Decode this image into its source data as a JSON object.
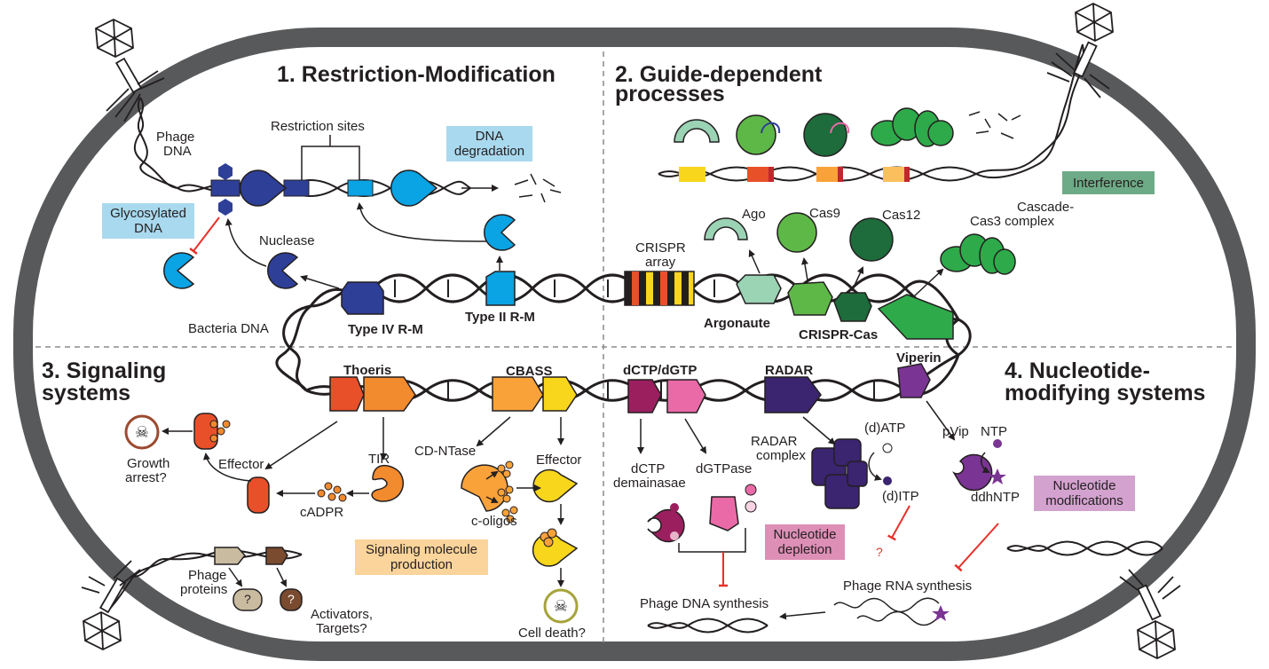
{
  "sections": {
    "rm": {
      "title": "1. Restriction-Modification"
    },
    "guide": {
      "title_line1": "2. Guide-dependent",
      "title_line2": "processes"
    },
    "signaling": {
      "title_line1": "3. Signaling",
      "title_line2": "systems"
    },
    "nucleotide": {
      "title_line1": "4. Nucleotide-",
      "title_line2": "modifying systems"
    }
  },
  "labels": {
    "phage_dna_1": "Phage",
    "phage_dna_2": "DNA",
    "restriction_sites": "Restriction sites",
    "glycosylated_dna_1": "Glycosylated",
    "glycosylated_dna_2": "DNA",
    "dna_degradation_1": "DNA",
    "dna_degradation_2": "degradation",
    "nuclease": "Nuclease",
    "bacteria_dna": "Bacteria DNA",
    "type_iv_rm": "Type IV R-M",
    "type_ii_rm": "Type II R-M",
    "crispr_array_1": "CRISPR",
    "crispr_array_2": "array",
    "argonaute": "Argonaute",
    "crispr_cas": "CRISPR-Cas",
    "ago": "Ago",
    "cas9": "Cas9",
    "cas12": "Cas12",
    "cascade_1": "Cascade-",
    "cascade_2": "Cas3 complex",
    "interference": "Interference",
    "thoeris": "Thoeris",
    "cbass": "CBASS",
    "effector_1": "Effector",
    "tir": "TIR",
    "cadpr": "cADPR",
    "growth_arrest_1": "Growth",
    "growth_arrest_2": "arrest?",
    "cd_ntase": "CD-NTase",
    "effector_2": "Effector",
    "c_oligos": "c-oligos",
    "signaling_molecule_1": "Signaling molecule",
    "signaling_molecule_2": "production",
    "phage_proteins_1": "Phage",
    "phage_proteins_2": "proteins",
    "activators_1": "Activators,",
    "activators_2": "Targets?",
    "cell_death": "Cell death?",
    "dctp_dgtp": "dCTP/dGTP",
    "radar": "RADAR",
    "viperin": "Viperin",
    "dctp_deaminase_1": "dCTP",
    "dctp_deaminase_2": "demainasae",
    "dgtpase": "dGTPase",
    "radar_complex_1": "RADAR",
    "radar_complex_2": "complex",
    "datp": "(d)ATP",
    "ditp": "(d)ITP",
    "pvip": "pVip",
    "ntp": "NTP",
    "ddhntp": "ddhNTP",
    "nucleotide_mods_1": "Nucleotide",
    "nucleotide_mods_2": "modifications",
    "nucleotide_depletion_1": "Nucleotide",
    "nucleotide_depletion_2": "depletion",
    "phage_dna_synthesis": "Phage DNA synthesis",
    "phage_rna_synthesis": "Phage RNA synthesis",
    "question": "?"
  },
  "colors": {
    "cell_wall": "#58595b",
    "rm_dark_blue": "#2e3f98",
    "rm_light_blue": "#0aa3e3",
    "box_blue": "#a9d9ee",
    "ago_teal": "#9bd3b5",
    "cas9_green": "#5eb847",
    "cas12_green": "#1e6b3c",
    "cascade_green": "#2eaa4a",
    "box_green": "#6dab86",
    "thoeris_red": "#e8502a",
    "thoeris_orange": "#f28a2e",
    "cbass_orange": "#f9a23a",
    "cbass_yellow": "#f8d61c",
    "box_orange": "#fad49a",
    "dctp_maroon": "#9b1f5f",
    "dgtp_pink": "#ea6aa8",
    "radar_navy": "#3b2470",
    "viperin_purple": "#7a3493",
    "box_pink": "#dd8fb6",
    "box_lilac": "#d3a2cf"
  }
}
